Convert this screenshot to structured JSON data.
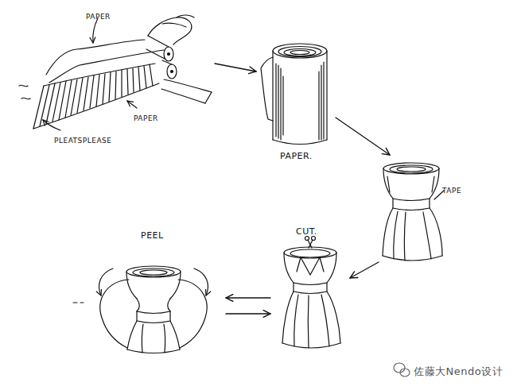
{
  "diagram": {
    "nodes": [
      {
        "text": [
          "PAPER",
          "PAPER",
          "PLEATSPLEASE"
        ]
      },
      {
        "text": [
          "PAPER."
        ]
      },
      {
        "text": [
          "TAPE"
        ]
      },
      {
        "text": [
          "CUT."
        ]
      },
      {
        "text": [
          "PEEL"
        ]
      }
    ],
    "edges": [
      {
        "from": 0,
        "to": 1,
        "arrow": "to"
      },
      {
        "from": 1,
        "to": 2,
        "arrow": "to"
      },
      {
        "from": 2,
        "to": 3,
        "arrow": "to"
      },
      {
        "from": 3,
        "to": 4,
        "arrow": "to"
      },
      {
        "from": 4,
        "to": 3,
        "arrow": "to"
      }
    ],
    "labels": [
      "佐藤大Nendo设计"
    ]
  }
}
